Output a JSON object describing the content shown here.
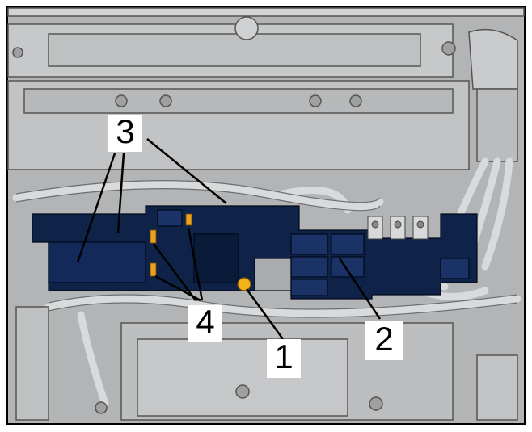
{
  "figure": {
    "background_color": "#a9abad",
    "component_color": "#0e2347",
    "callouts": [
      {
        "id": "1",
        "label": "1"
      },
      {
        "id": "2",
        "label": "2"
      },
      {
        "id": "3",
        "label": "3"
      },
      {
        "id": "4",
        "label": "4"
      }
    ]
  }
}
